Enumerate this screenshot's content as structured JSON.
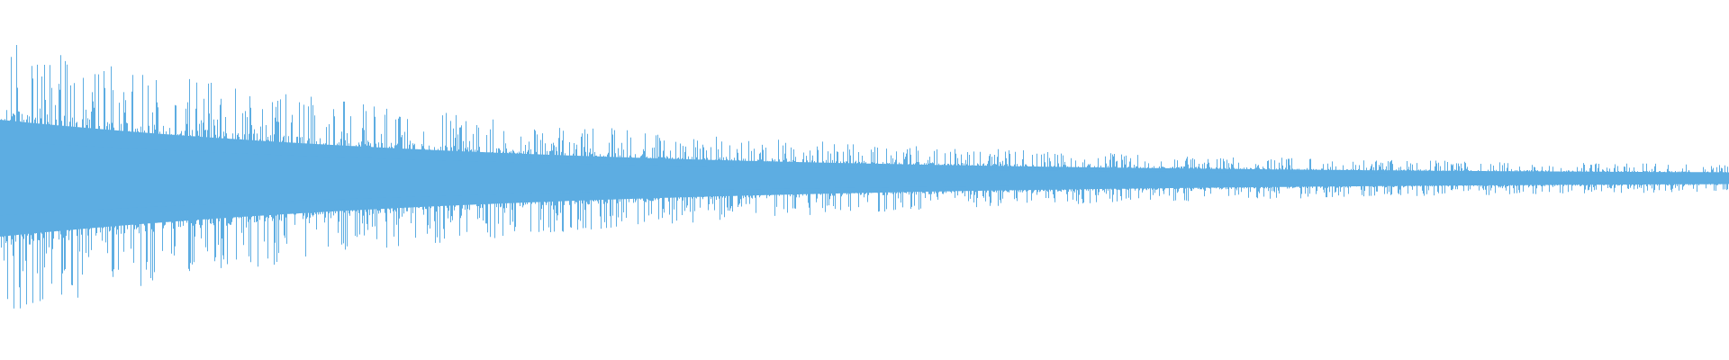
{
  "waveform": {
    "color": "#5dade2",
    "background": "#ffffff",
    "description_of_amplitude": "decaying",
    "amplitude_start_fraction": 0.48,
    "amplitude_end_fraction": 0.03,
    "decay_profile": "exponential"
  }
}
